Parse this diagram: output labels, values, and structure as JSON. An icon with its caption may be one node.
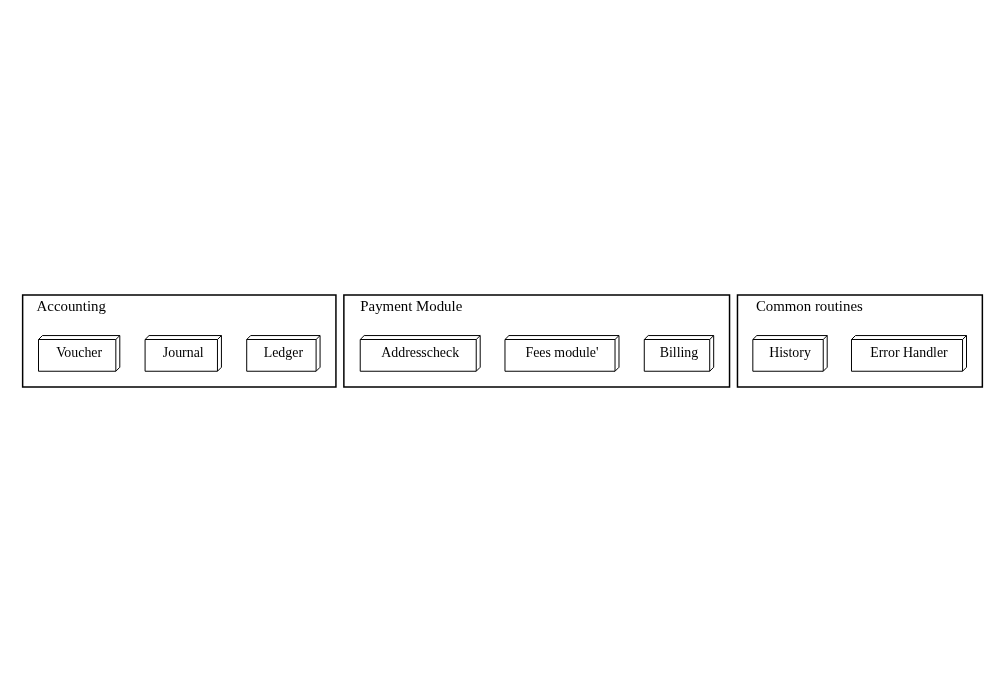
{
  "diagram": {
    "nodes": [
      {
        "text": [
          "Accounting"
        ]
      },
      {
        "text": [
          "Ledger"
        ],
        "in": 0
      },
      {
        "text": [
          "Journal"
        ],
        "in": 0
      },
      {
        "text": [
          "Voucher"
        ],
        "in": 0
      },
      {
        "text": [
          "Payment Module"
        ]
      },
      {
        "text": [
          "Billing"
        ],
        "in": 4
      },
      {
        "text": [
          "Fees module'"
        ],
        "in": 4
      },
      {
        "text": [
          "Addresscheck"
        ],
        "in": 4
      },
      {
        "text": [
          "Common routines"
        ]
      },
      {
        "text": [
          "Error Handler"
        ],
        "in": 8
      },
      {
        "text": [
          "History"
        ],
        "in": 8
      }
    ]
  }
}
